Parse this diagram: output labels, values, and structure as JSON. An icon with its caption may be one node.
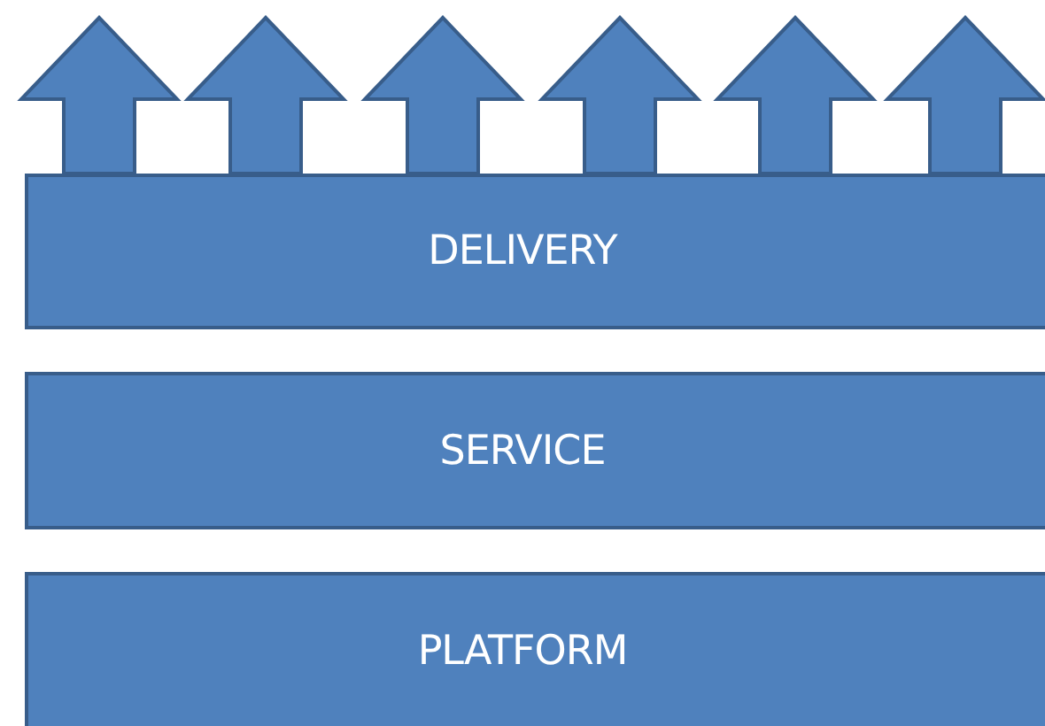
{
  "diagram": {
    "nodes": [
      {
        "text": [
          "DELIVERY"
        ]
      },
      {
        "text": [
          "SERVICE"
        ]
      },
      {
        "text": [
          "PLATFORM"
        ]
      }
    ]
  }
}
